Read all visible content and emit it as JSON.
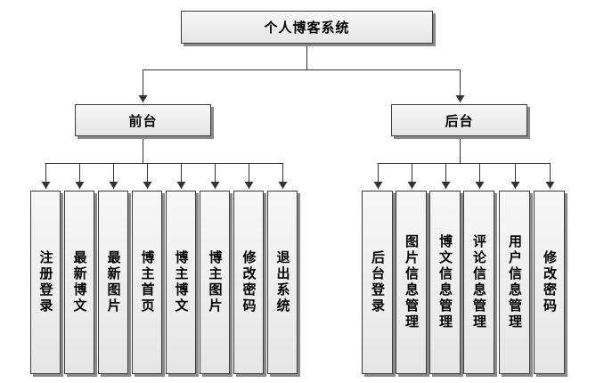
{
  "root": {
    "label": "个人博客系统"
  },
  "front": {
    "label": "前台",
    "items": [
      "注册登录",
      "最新博文",
      "最新图片",
      "博主首页",
      "博主博文",
      "博主图片",
      "修改密码",
      "退出系统"
    ]
  },
  "back": {
    "label": "后台",
    "items": [
      "后台登录",
      "图片信息管理",
      "博文信息管理",
      "评论信息管理",
      "用户信息管理",
      "修改密码"
    ]
  },
  "colors": {
    "line": "#333333",
    "box_border": "#3c3c3c",
    "box_fill_top": "#f7f7f7",
    "box_fill_bottom": "#e6e6e6",
    "shadow": "#8a8a8a"
  }
}
